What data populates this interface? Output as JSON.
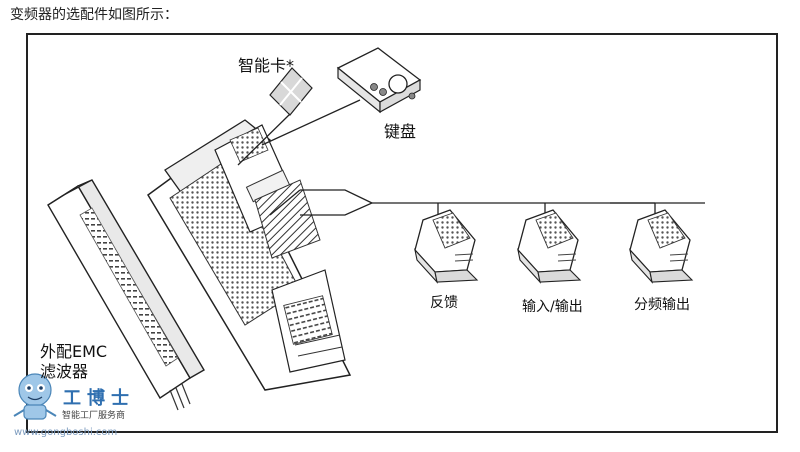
{
  "caption": "变频器的选配件如图所示：",
  "labels": {
    "smart_card": "智能卡*",
    "keypad": "键盘",
    "feedback": "反馈",
    "io": "输入/输出",
    "freq_div_out": "分频输出",
    "emc_line1": "外配EMC",
    "emc_line2": "滤波器"
  },
  "watermark": {
    "brand": "工博士",
    "subtitle": "智能工厂服务商",
    "url": "www.gongboshi.com"
  }
}
